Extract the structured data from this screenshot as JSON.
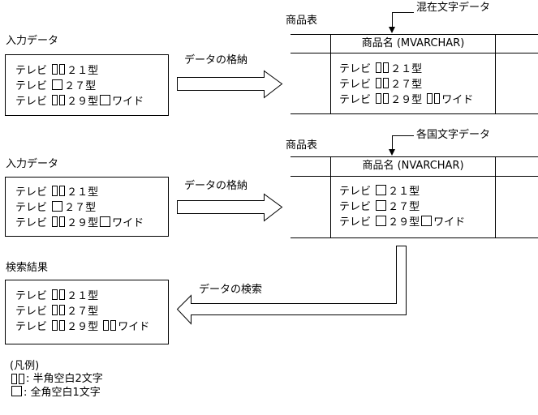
{
  "colors": {
    "line": "#000000",
    "background": "#ffffff"
  },
  "input1": {
    "label": "入力データ",
    "lines": [
      [
        {
          "t": "テレビ "
        },
        {
          "s": "hw2"
        },
        {
          "t": "２１型"
        }
      ],
      [
        {
          "t": "テレビ "
        },
        {
          "s": "fw1"
        },
        {
          "t": "２７型"
        }
      ],
      [
        {
          "t": "テレビ "
        },
        {
          "s": "hw2"
        },
        {
          "t": "２９型"
        },
        {
          "s": "fw1"
        },
        {
          "t": "ワイド"
        }
      ]
    ]
  },
  "input2": {
    "label": "入力データ",
    "lines": [
      [
        {
          "t": "テレビ "
        },
        {
          "s": "hw2"
        },
        {
          "t": "２１型"
        }
      ],
      [
        {
          "t": "テレビ "
        },
        {
          "s": "fw1"
        },
        {
          "t": "２７型"
        }
      ],
      [
        {
          "t": "テレビ "
        },
        {
          "s": "hw2"
        },
        {
          "t": "２９型"
        },
        {
          "s": "fw1"
        },
        {
          "t": "ワイド"
        }
      ]
    ]
  },
  "store_arrow1": {
    "label": "データの格納"
  },
  "store_arrow2": {
    "label": "データの格納"
  },
  "search_arrow": {
    "label": "データの検索"
  },
  "table1": {
    "title": "商品表",
    "callout": "混在文字データ",
    "header": "商品名 (MVARCHAR)",
    "lines": [
      [
        {
          "t": "テレビ "
        },
        {
          "s": "hw2"
        },
        {
          "t": "２１型"
        }
      ],
      [
        {
          "t": "テレビ "
        },
        {
          "s": "hw2"
        },
        {
          "t": "２７型"
        }
      ],
      [
        {
          "t": "テレビ "
        },
        {
          "s": "hw2"
        },
        {
          "t": "２９型 "
        },
        {
          "s": "hw2"
        },
        {
          "t": "ワイド"
        }
      ]
    ]
  },
  "table2": {
    "title": "商品表",
    "callout": "各国文字データ",
    "header": "商品名 (NVARCHAR)",
    "lines": [
      [
        {
          "t": "テレビ "
        },
        {
          "s": "fw1"
        },
        {
          "t": "２１型"
        }
      ],
      [
        {
          "t": "テレビ "
        },
        {
          "s": "fw1"
        },
        {
          "t": "２７型"
        }
      ],
      [
        {
          "t": "テレビ "
        },
        {
          "s": "fw1"
        },
        {
          "t": "２９型"
        },
        {
          "s": "fw1"
        },
        {
          "t": "ワイド"
        }
      ]
    ]
  },
  "result": {
    "label": "検索結果",
    "lines": [
      [
        {
          "t": "テレビ "
        },
        {
          "s": "hw2"
        },
        {
          "t": "２１型"
        }
      ],
      [
        {
          "t": "テレビ "
        },
        {
          "s": "hw2"
        },
        {
          "t": "２７型"
        }
      ],
      [
        {
          "t": "テレビ "
        },
        {
          "s": "hw2"
        },
        {
          "t": "２９型 "
        },
        {
          "s": "hw2"
        },
        {
          "t": "ワイド"
        }
      ]
    ]
  },
  "legend": {
    "title": "(凡例)",
    "lines": [
      [
        {
          "s": "hw2"
        },
        {
          "t": ": 半角空白2文字"
        }
      ],
      [
        {
          "s": "fw1"
        },
        {
          "t": ": 全角空白1文字"
        }
      ]
    ]
  }
}
